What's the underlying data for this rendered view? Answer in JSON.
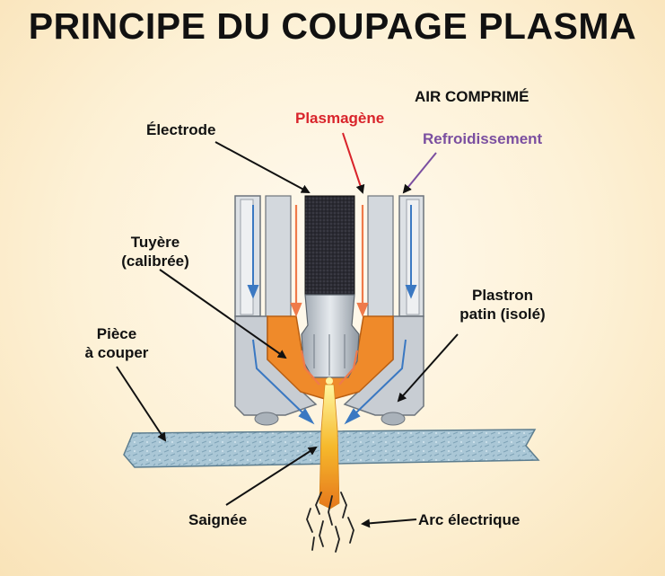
{
  "title": "PRINCIPE DU COUPAGE PLASMA",
  "labels": {
    "air": "AIR COMPRIMÉ",
    "electrode": "Électrode",
    "plasmagene": "Plasmagène",
    "refroidissement": "Refroidissement",
    "tuyere_1": "Tuyère",
    "tuyere_2": "(calibrée)",
    "piece_1": "Pièce",
    "piece_2": "à couper",
    "plastron_1": "Plastron",
    "plastron_2": "patin (isolé)",
    "saignee": "Saignée",
    "arc": "Arc électrique"
  },
  "colors": {
    "plasmagene": "#d9242b",
    "refroidissement": "#7b4fa0",
    "body": "#c8cdd3",
    "tuyere": "#ef8a2a",
    "electrode": "#2b2b33",
    "workpiece": "#a9c6d6",
    "cooling_flow": "#3a78c2",
    "plasma_flow": "#ef7a4a"
  }
}
